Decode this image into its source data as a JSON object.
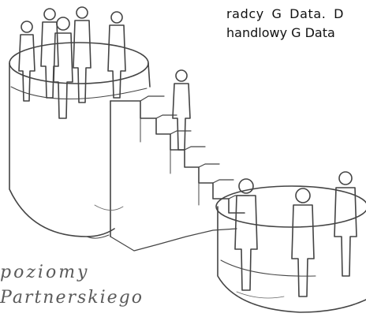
{
  "text_fragment": {
    "line1": "radcy G Data. D",
    "line2": "handlowy G Data"
  },
  "caption": {
    "line1": "poziomy",
    "line2": "Partnerskiego"
  },
  "colors": {
    "line_art": "#444444",
    "text": "#111111",
    "caption": "#5a5a5a"
  }
}
